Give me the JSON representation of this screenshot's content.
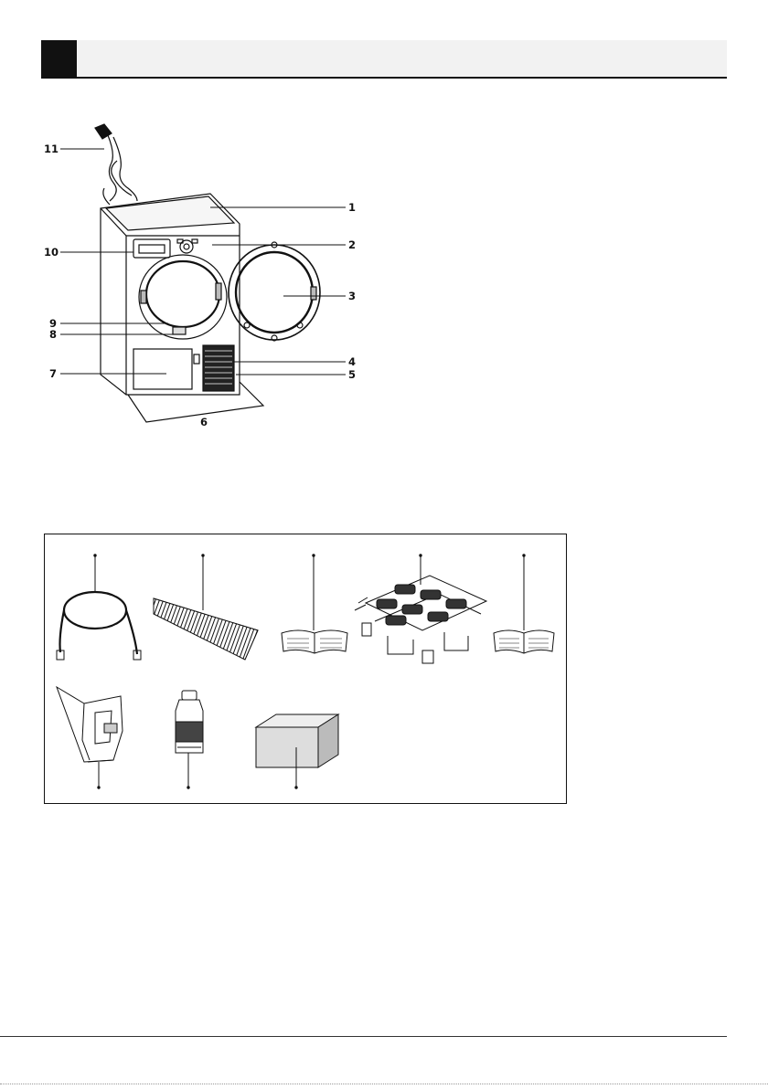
{
  "header": {
    "title": ""
  },
  "dryer": {
    "callouts": [
      "1",
      "2",
      "3",
      "4",
      "5",
      "6",
      "7",
      "8",
      "9",
      "10",
      "11"
    ]
  },
  "accessories": {
    "items": [
      {
        "icon": "drain-hose-icon"
      },
      {
        "icon": "filter-sponge-icon"
      },
      {
        "icon": "manual-book-icon"
      },
      {
        "icon": "drying-rack-icon"
      },
      {
        "icon": "manual-book-icon"
      },
      {
        "icon": "water-jug-icon"
      },
      {
        "icon": "fragrance-bottle-icon"
      },
      {
        "icon": "cleaning-sponge-icon"
      }
    ]
  }
}
